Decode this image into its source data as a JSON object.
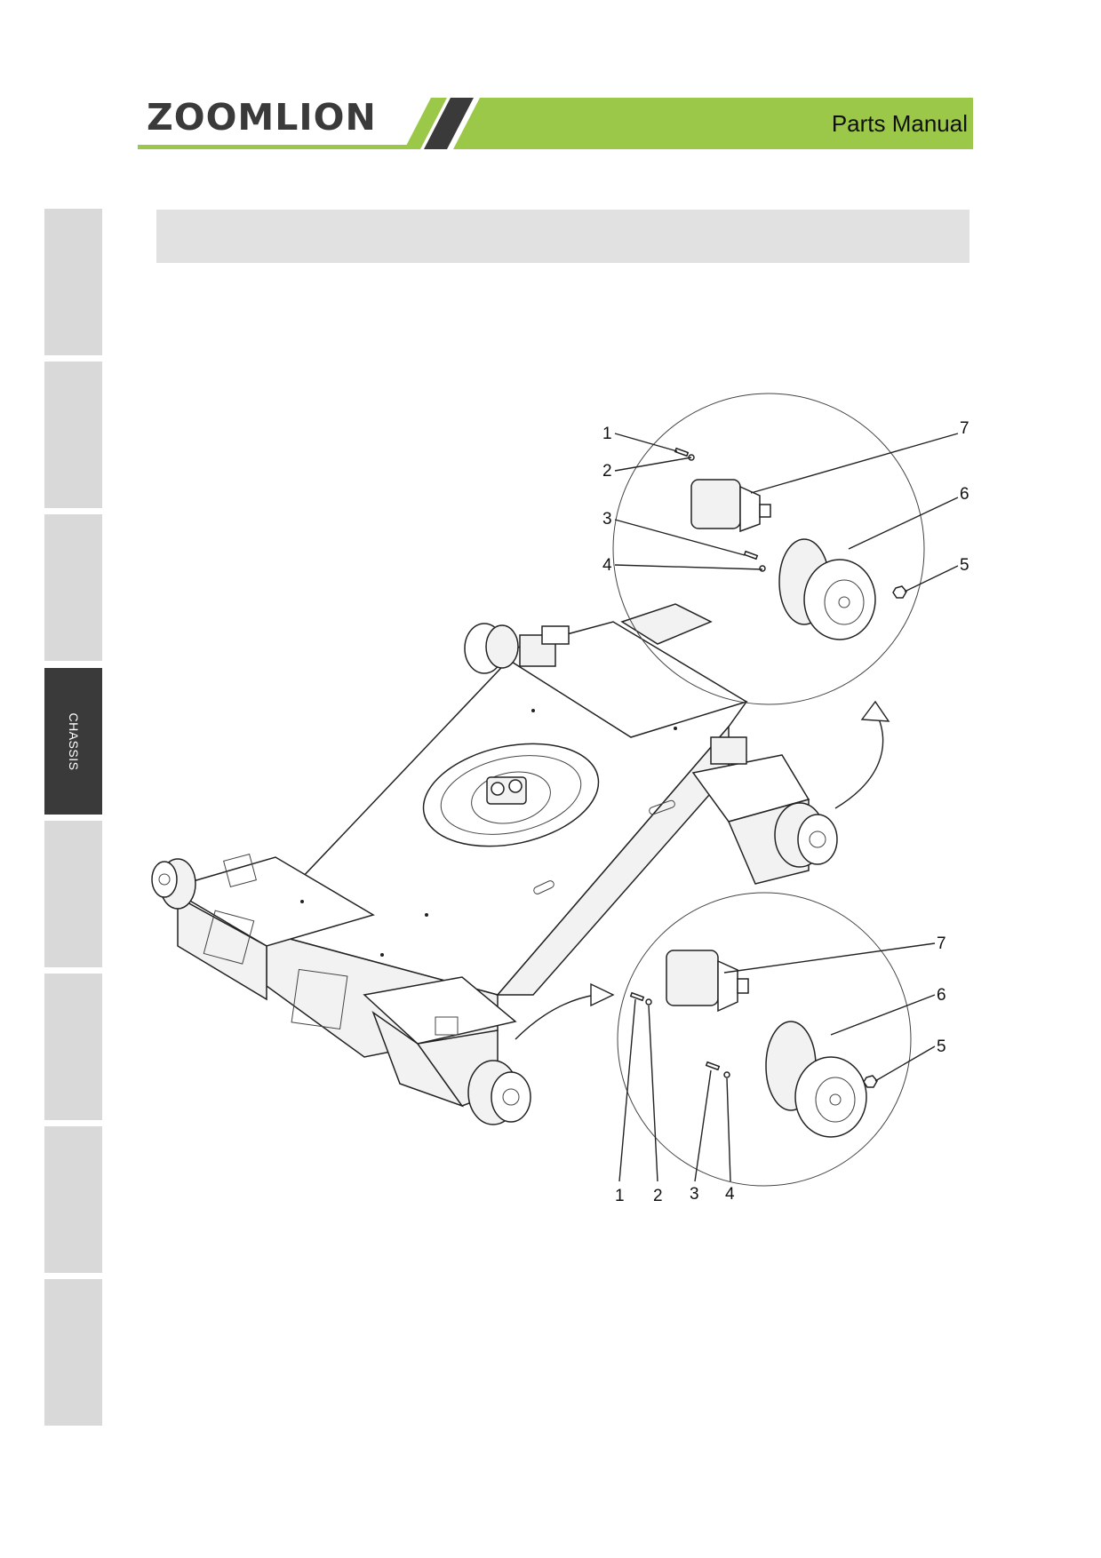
{
  "header": {
    "brand": "ZOOMLION",
    "title": "Parts Manual",
    "brand_green": "#9cc84a",
    "brand_dark": "#3a3a3a"
  },
  "section_bar": {
    "title": ""
  },
  "side_tabs": [
    {
      "label": "",
      "active": false
    },
    {
      "label": "",
      "active": false
    },
    {
      "label": "",
      "active": false
    },
    {
      "label": "CHASSIS",
      "active": true
    },
    {
      "label": "",
      "active": false
    },
    {
      "label": "",
      "active": false
    },
    {
      "label": "",
      "active": false
    },
    {
      "label": "",
      "active": false
    }
  ],
  "diagram": {
    "top_detail_callouts": [
      "1",
      "2",
      "3",
      "4",
      "5",
      "6",
      "7"
    ],
    "bottom_detail_callouts": [
      "1",
      "2",
      "3",
      "4",
      "5",
      "6",
      "7"
    ]
  }
}
